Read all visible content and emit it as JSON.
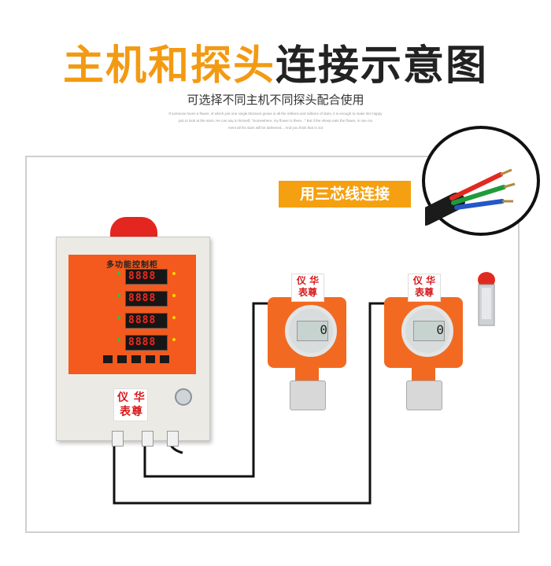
{
  "heading": {
    "title_highlight": "主机和探头",
    "title_rest": "连接示意图",
    "subtitle": "可选择不同主机不同探头配合使用",
    "english_lines": [
      "If someone loves a flower, of which just one single blossom grows in all the millions and millions of stars, it is enough to make him happy",
      "just to look at the stars. He can say to himself, \"Somewhere, my flower is there...\" But if the sheep eats the flower, in one mo",
      "ment all his stars will be darkened... And you think that is not"
    ]
  },
  "diagram": {
    "tag_label": "用三芯线连接",
    "wire_colors": {
      "red": "#e02a20",
      "green": "#1e9b3a",
      "blue": "#2457c9",
      "cable": "#1b1b1b"
    },
    "controller": {
      "title": "多功能控制柜",
      "displays": [
        "8888",
        "8888",
        "8888",
        "8888"
      ],
      "brand_line1": "仪 华",
      "brand_line2": "表尊",
      "accent_color": "#f4591d",
      "alarm_color": "#e32620"
    },
    "detectors": [
      {
        "brand_line1": "仪 华",
        "brand_line2": "表尊",
        "reading": "0"
      },
      {
        "brand_line1": "仪 华",
        "brand_line2": "表尊",
        "reading": "0"
      }
    ],
    "detector_color": "#f26a22"
  }
}
